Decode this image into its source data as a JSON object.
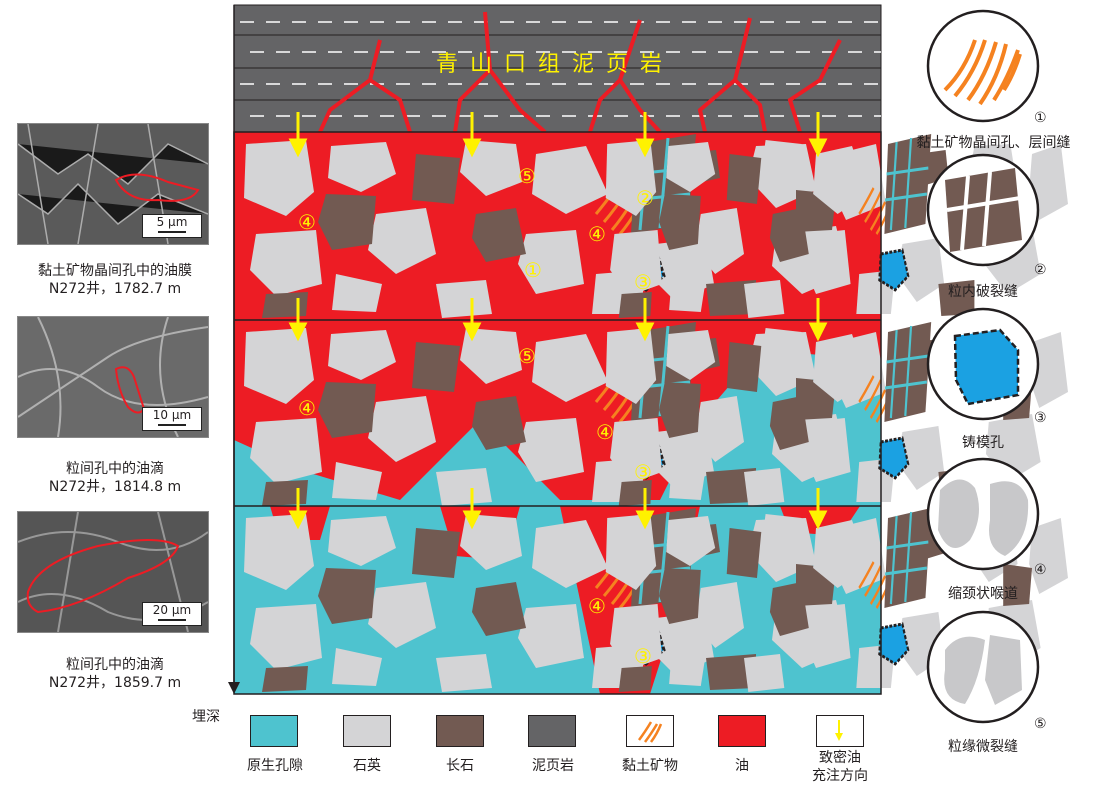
{
  "top_layer": {
    "label": "青山口组泥页岩"
  },
  "depth_axis": {
    "label": "埋深"
  },
  "sem_images": [
    {
      "caption_line1": "黏土矿物晶间孔中的油膜",
      "caption_line2": "N272井，1782.7 m",
      "scale": "5 μm"
    },
    {
      "caption_line1": "粒间孔中的油滴",
      "caption_line2": "N272井，1814.8 m",
      "scale": "10 μm"
    },
    {
      "caption_line1": "粒间孔中的油滴",
      "caption_line2": "N272井，1859.7 m",
      "scale": "20 μm"
    }
  ],
  "pore_types": [
    {
      "num": "①",
      "label": "黏土矿物晶间孔、层间缝"
    },
    {
      "num": "②",
      "label": "粒内破裂缝"
    },
    {
      "num": "③",
      "label": "铸模孔"
    },
    {
      "num": "④",
      "label": "缩颈状喉道"
    },
    {
      "num": "⑤",
      "label": "粒缘微裂缝"
    }
  ],
  "legend": [
    {
      "label": "原生孔隙",
      "color": "#4ec3cf"
    },
    {
      "label": "石英",
      "color": "#d4d4d6"
    },
    {
      "label": "长石",
      "color": "#725a52"
    },
    {
      "label": "泥页岩",
      "color": "#646466"
    },
    {
      "label": "黏土矿物",
      "color": "#f58220"
    },
    {
      "label": "油",
      "color": "#ed1c24"
    },
    {
      "label_line1": "致密油",
      "label_line2": "充注方向",
      "color": "#fff200"
    }
  ],
  "panel_markers": {
    "p1": [
      "④",
      "⑤",
      "②",
      "④",
      "①",
      "③"
    ],
    "p2": [
      "⑤",
      "④",
      "④",
      "③"
    ],
    "p3": [
      "④",
      "③"
    ]
  }
}
